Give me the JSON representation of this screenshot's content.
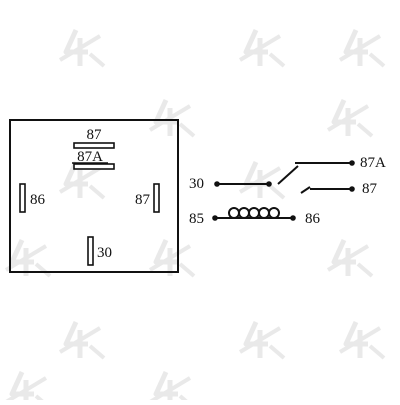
{
  "diagram": {
    "relay_pins": {
      "pin_87": "87",
      "pin_87a": "87A",
      "pin_86": "86",
      "pin_87_side": "87",
      "pin_30": "30"
    },
    "schematic": {
      "terminal_30": "30",
      "terminal_87a": "87A",
      "terminal_87": "87",
      "terminal_85": "85",
      "terminal_86": "86"
    }
  },
  "colors": {
    "line": "#111111",
    "watermark": "#e9e9e9",
    "background": "#ffffff"
  },
  "watermark": {
    "icon": "four-seasons-logo-icon",
    "count": 15
  }
}
